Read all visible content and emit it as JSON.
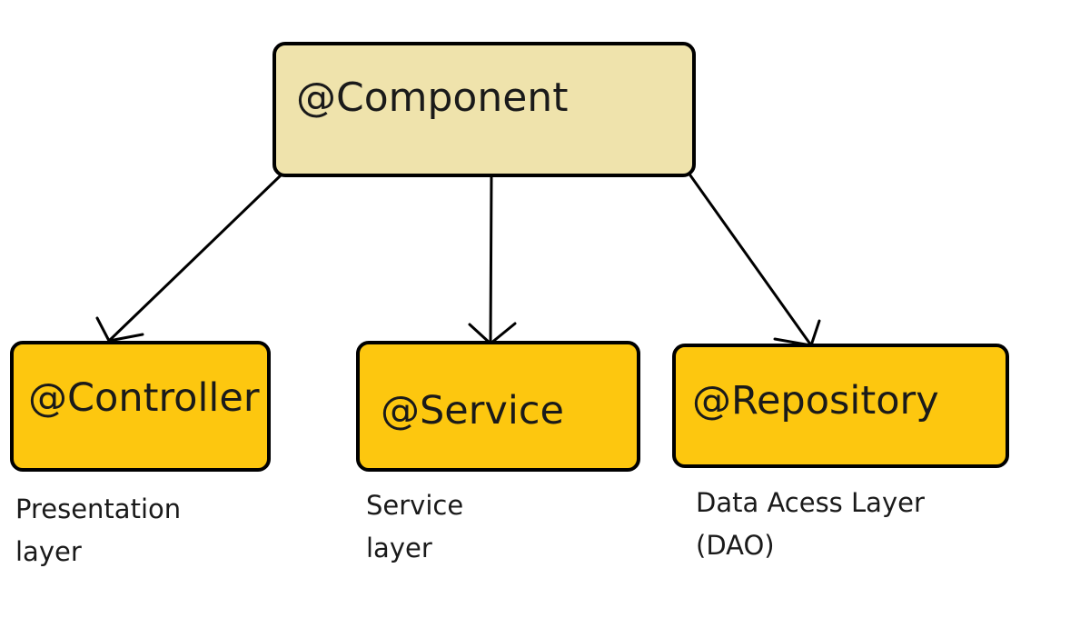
{
  "colors": {
    "parent_fill": "#efe3ac",
    "child_fill": "#fdc70f",
    "stroke": "#000000"
  },
  "nodes": {
    "component": {
      "label": "@Component"
    },
    "controller": {
      "label": "@Controller",
      "caption": [
        "Presentation",
        "layer"
      ]
    },
    "service": {
      "label": "@Service",
      "caption": [
        "Service",
        "layer"
      ]
    },
    "repository": {
      "label": "@Repository",
      "caption": [
        "Data Acess Layer",
        "(DAO)"
      ]
    }
  }
}
